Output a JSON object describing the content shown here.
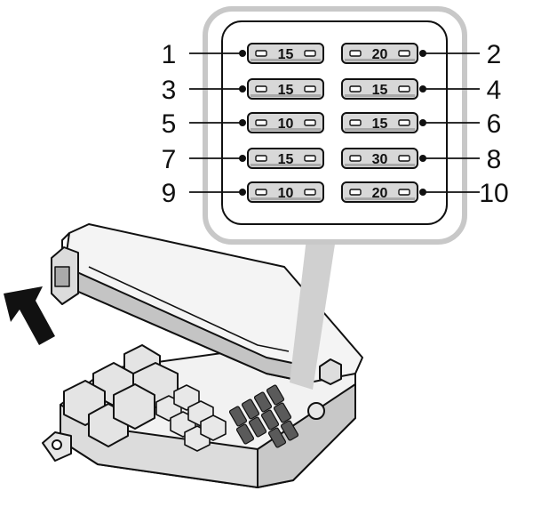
{
  "fuses": [
    {
      "position": "1",
      "rating": "15"
    },
    {
      "position": "2",
      "rating": "20"
    },
    {
      "position": "3",
      "rating": "15"
    },
    {
      "position": "4",
      "rating": "15"
    },
    {
      "position": "5",
      "rating": "10"
    },
    {
      "position": "6",
      "rating": "15"
    },
    {
      "position": "7",
      "rating": "15"
    },
    {
      "position": "8",
      "rating": "30"
    },
    {
      "position": "9",
      "rating": "10"
    },
    {
      "position": "10",
      "rating": "20"
    }
  ],
  "colors": {
    "panel_border": "#c8c8c8",
    "fuse_fill": "#d8d8d8",
    "box_fill": "#f0f0f0",
    "box_shade": "#c4c4c4",
    "arrow": "#111111"
  },
  "icons": [
    "arrow-icon",
    "fuse-box-illustration"
  ]
}
